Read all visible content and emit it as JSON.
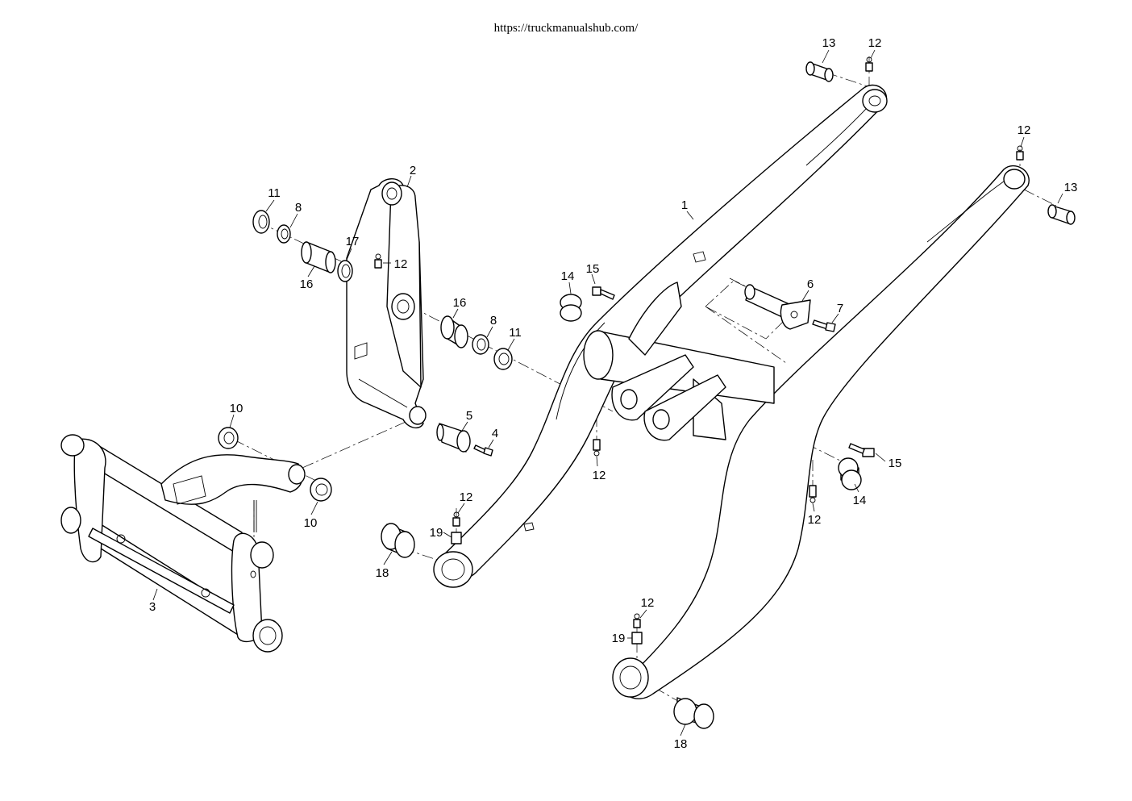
{
  "header": {
    "url": "https://truckmanualshub.com/"
  },
  "callouts": {
    "c1": "1",
    "c2": "2",
    "c3": "3",
    "c4": "4",
    "c5": "5",
    "c6": "6",
    "c7": "7",
    "c8a": "8",
    "c8b": "8",
    "c10a": "10",
    "c10b": "10",
    "c11a": "11",
    "c11b": "11",
    "c12a": "12",
    "c12b": "12",
    "c12c": "12",
    "c12d": "12",
    "c12e": "12",
    "c12f": "12",
    "c12g": "12",
    "c13a": "13",
    "c13b": "13",
    "c14a": "14",
    "c14b": "14",
    "c15a": "15",
    "c15b": "15",
    "c16a": "16",
    "c16b": "16",
    "c17": "17",
    "c18a": "18",
    "c18b": "18",
    "c19a": "19",
    "c19b": "19"
  }
}
